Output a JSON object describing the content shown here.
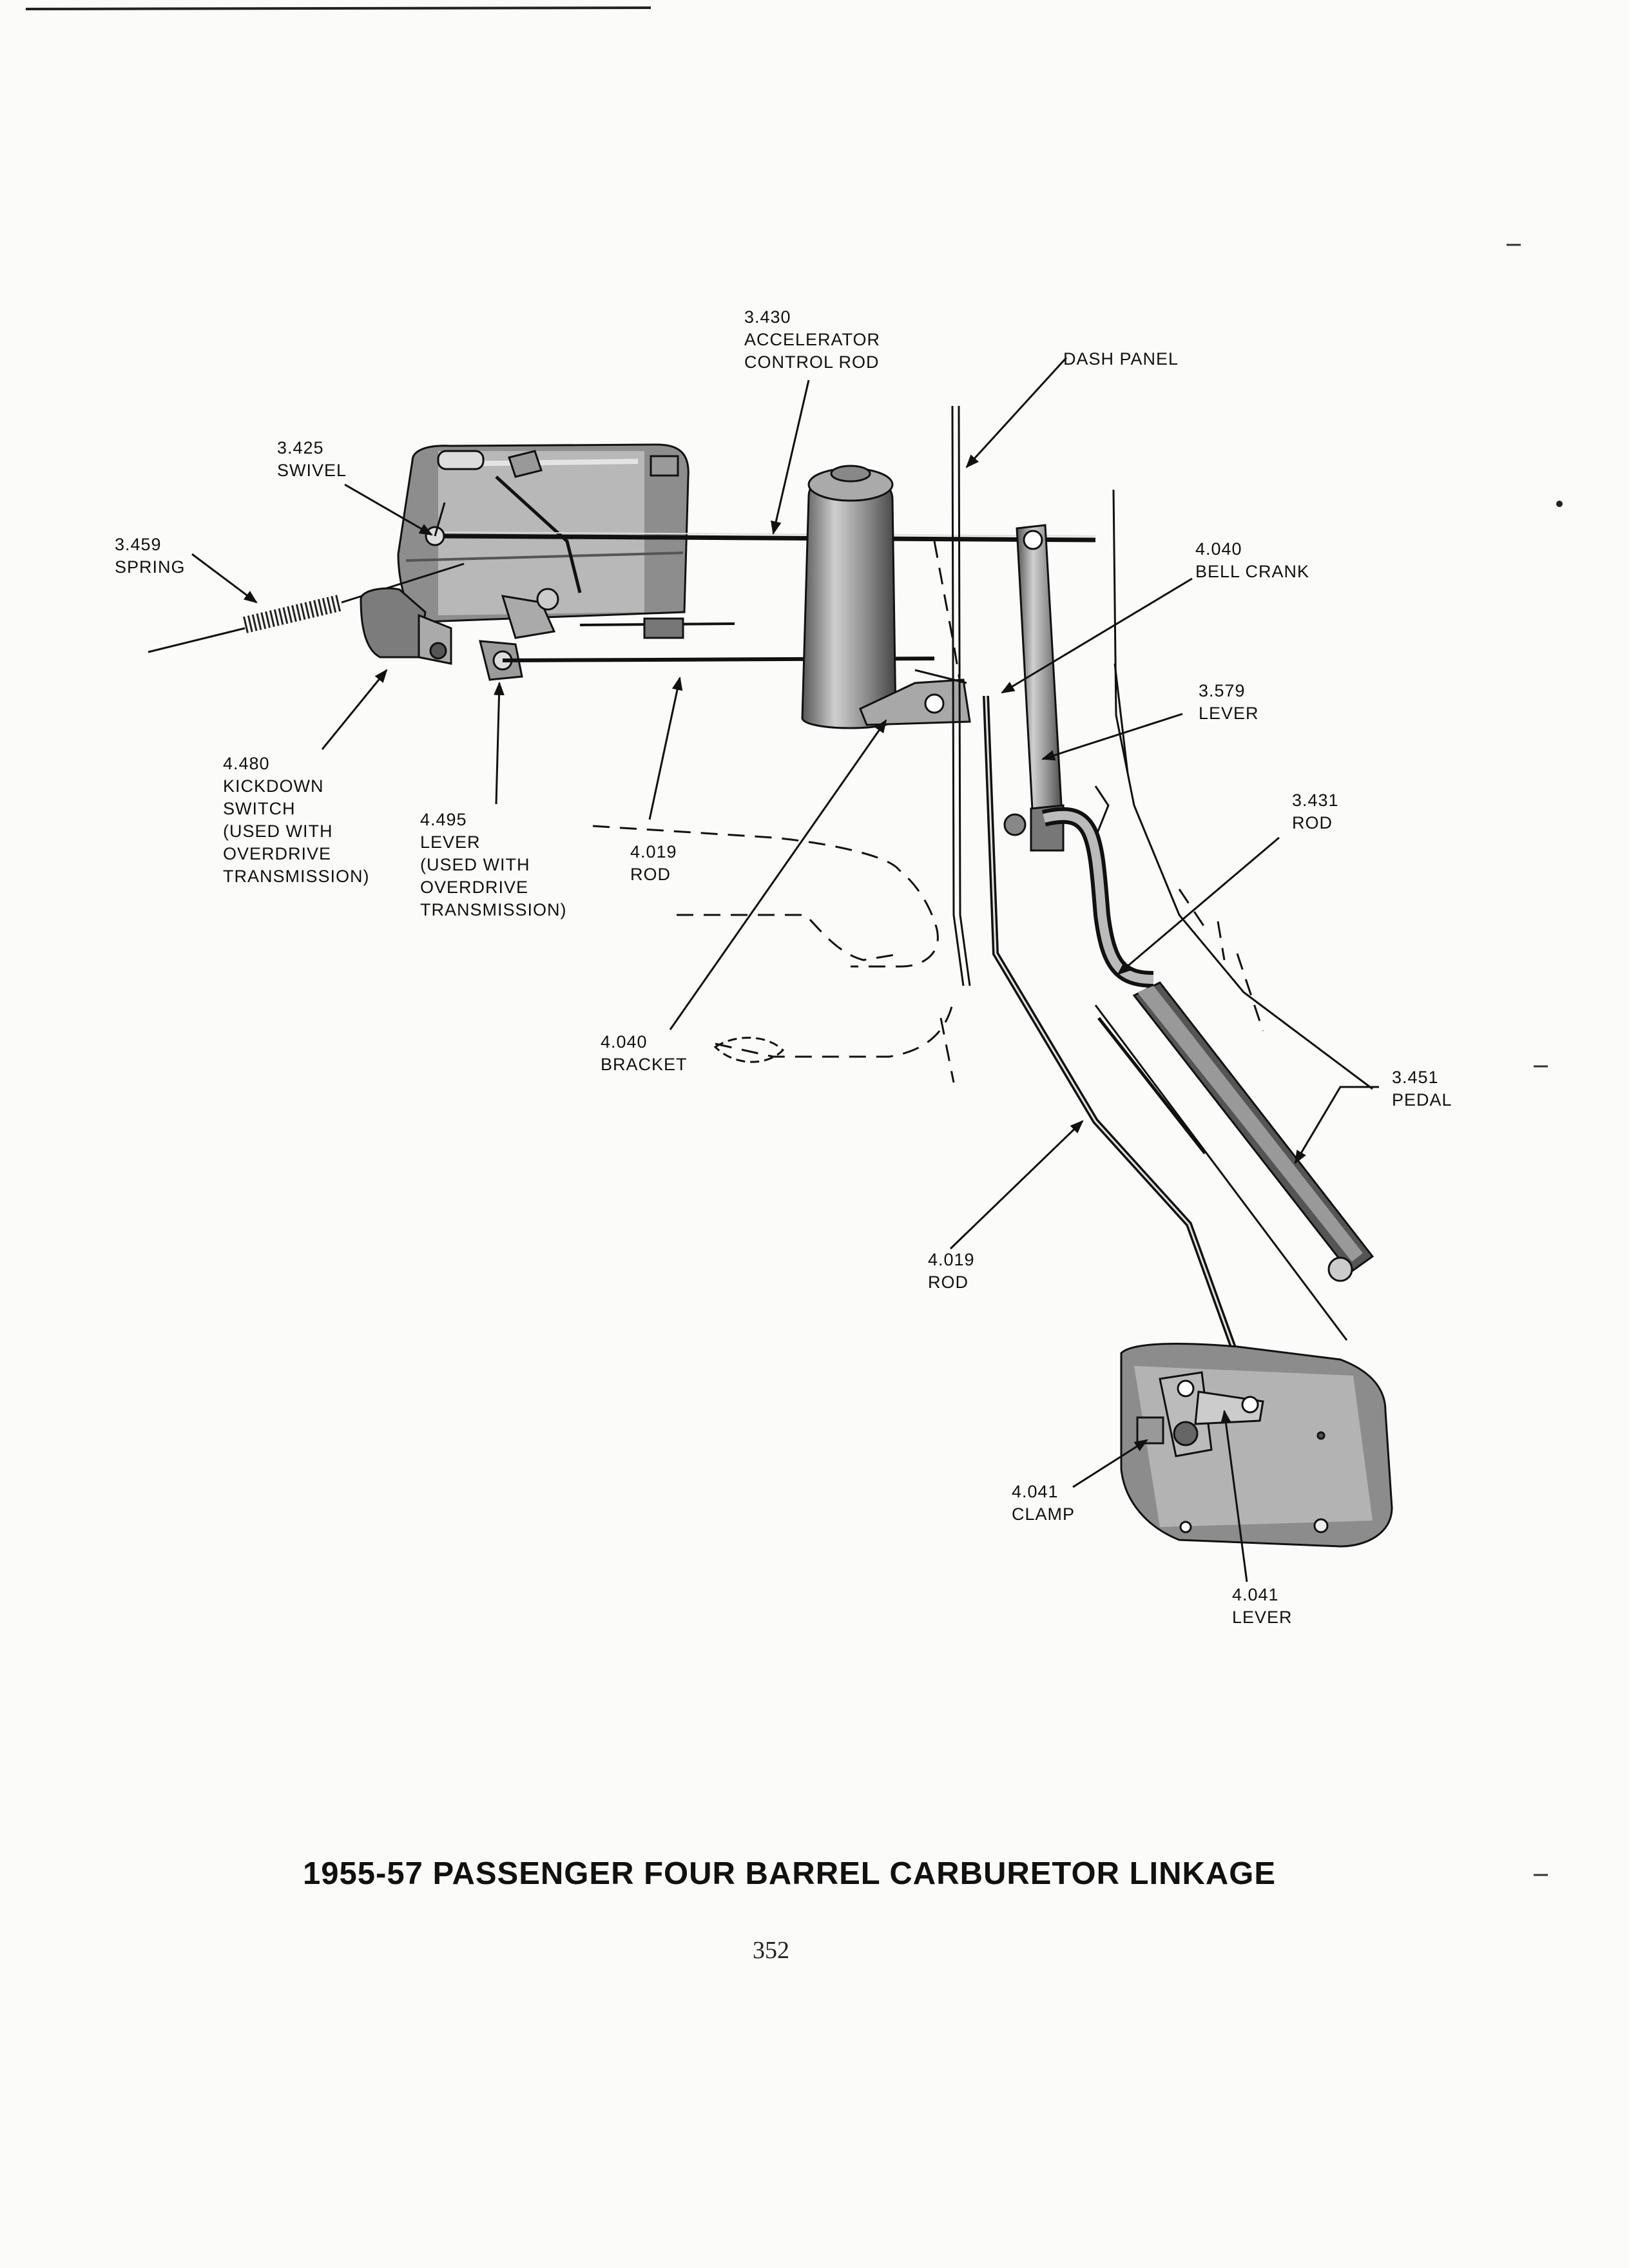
{
  "title": "1955-57 PASSENGER FOUR BARREL CARBURETOR LINKAGE",
  "page_number": "352",
  "labels": {
    "accelerator_control_rod": [
      "3.430",
      "ACCELERATOR",
      "CONTROL ROD"
    ],
    "dash_panel": [
      "DASH PANEL"
    ],
    "swivel": [
      "3.425",
      "SWIVEL"
    ],
    "spring": [
      "3.459",
      "SPRING"
    ],
    "bell_crank": [
      "4.040",
      "BELL CRANK"
    ],
    "lever_3579": [
      "3.579",
      "LEVER"
    ],
    "rod_3431": [
      "3.431",
      "ROD"
    ],
    "kickdown_switch": [
      "4.480",
      "KICKDOWN",
      "SWITCH",
      "(USED WITH",
      "OVERDRIVE",
      "TRANSMISSION)"
    ],
    "lever_4495": [
      "4.495",
      "LEVER",
      "(USED WITH",
      "OVERDRIVE",
      "TRANSMISSION)"
    ],
    "rod_4019_upper": [
      "4.019",
      "ROD"
    ],
    "bracket": [
      "4.040",
      "BRACKET"
    ],
    "pedal": [
      "3.451",
      "PEDAL"
    ],
    "rod_4019_lower": [
      "4.019",
      "ROD"
    ],
    "clamp": [
      "4.041",
      "CLAMP"
    ],
    "lever_4041": [
      "4.041",
      "LEVER"
    ]
  }
}
